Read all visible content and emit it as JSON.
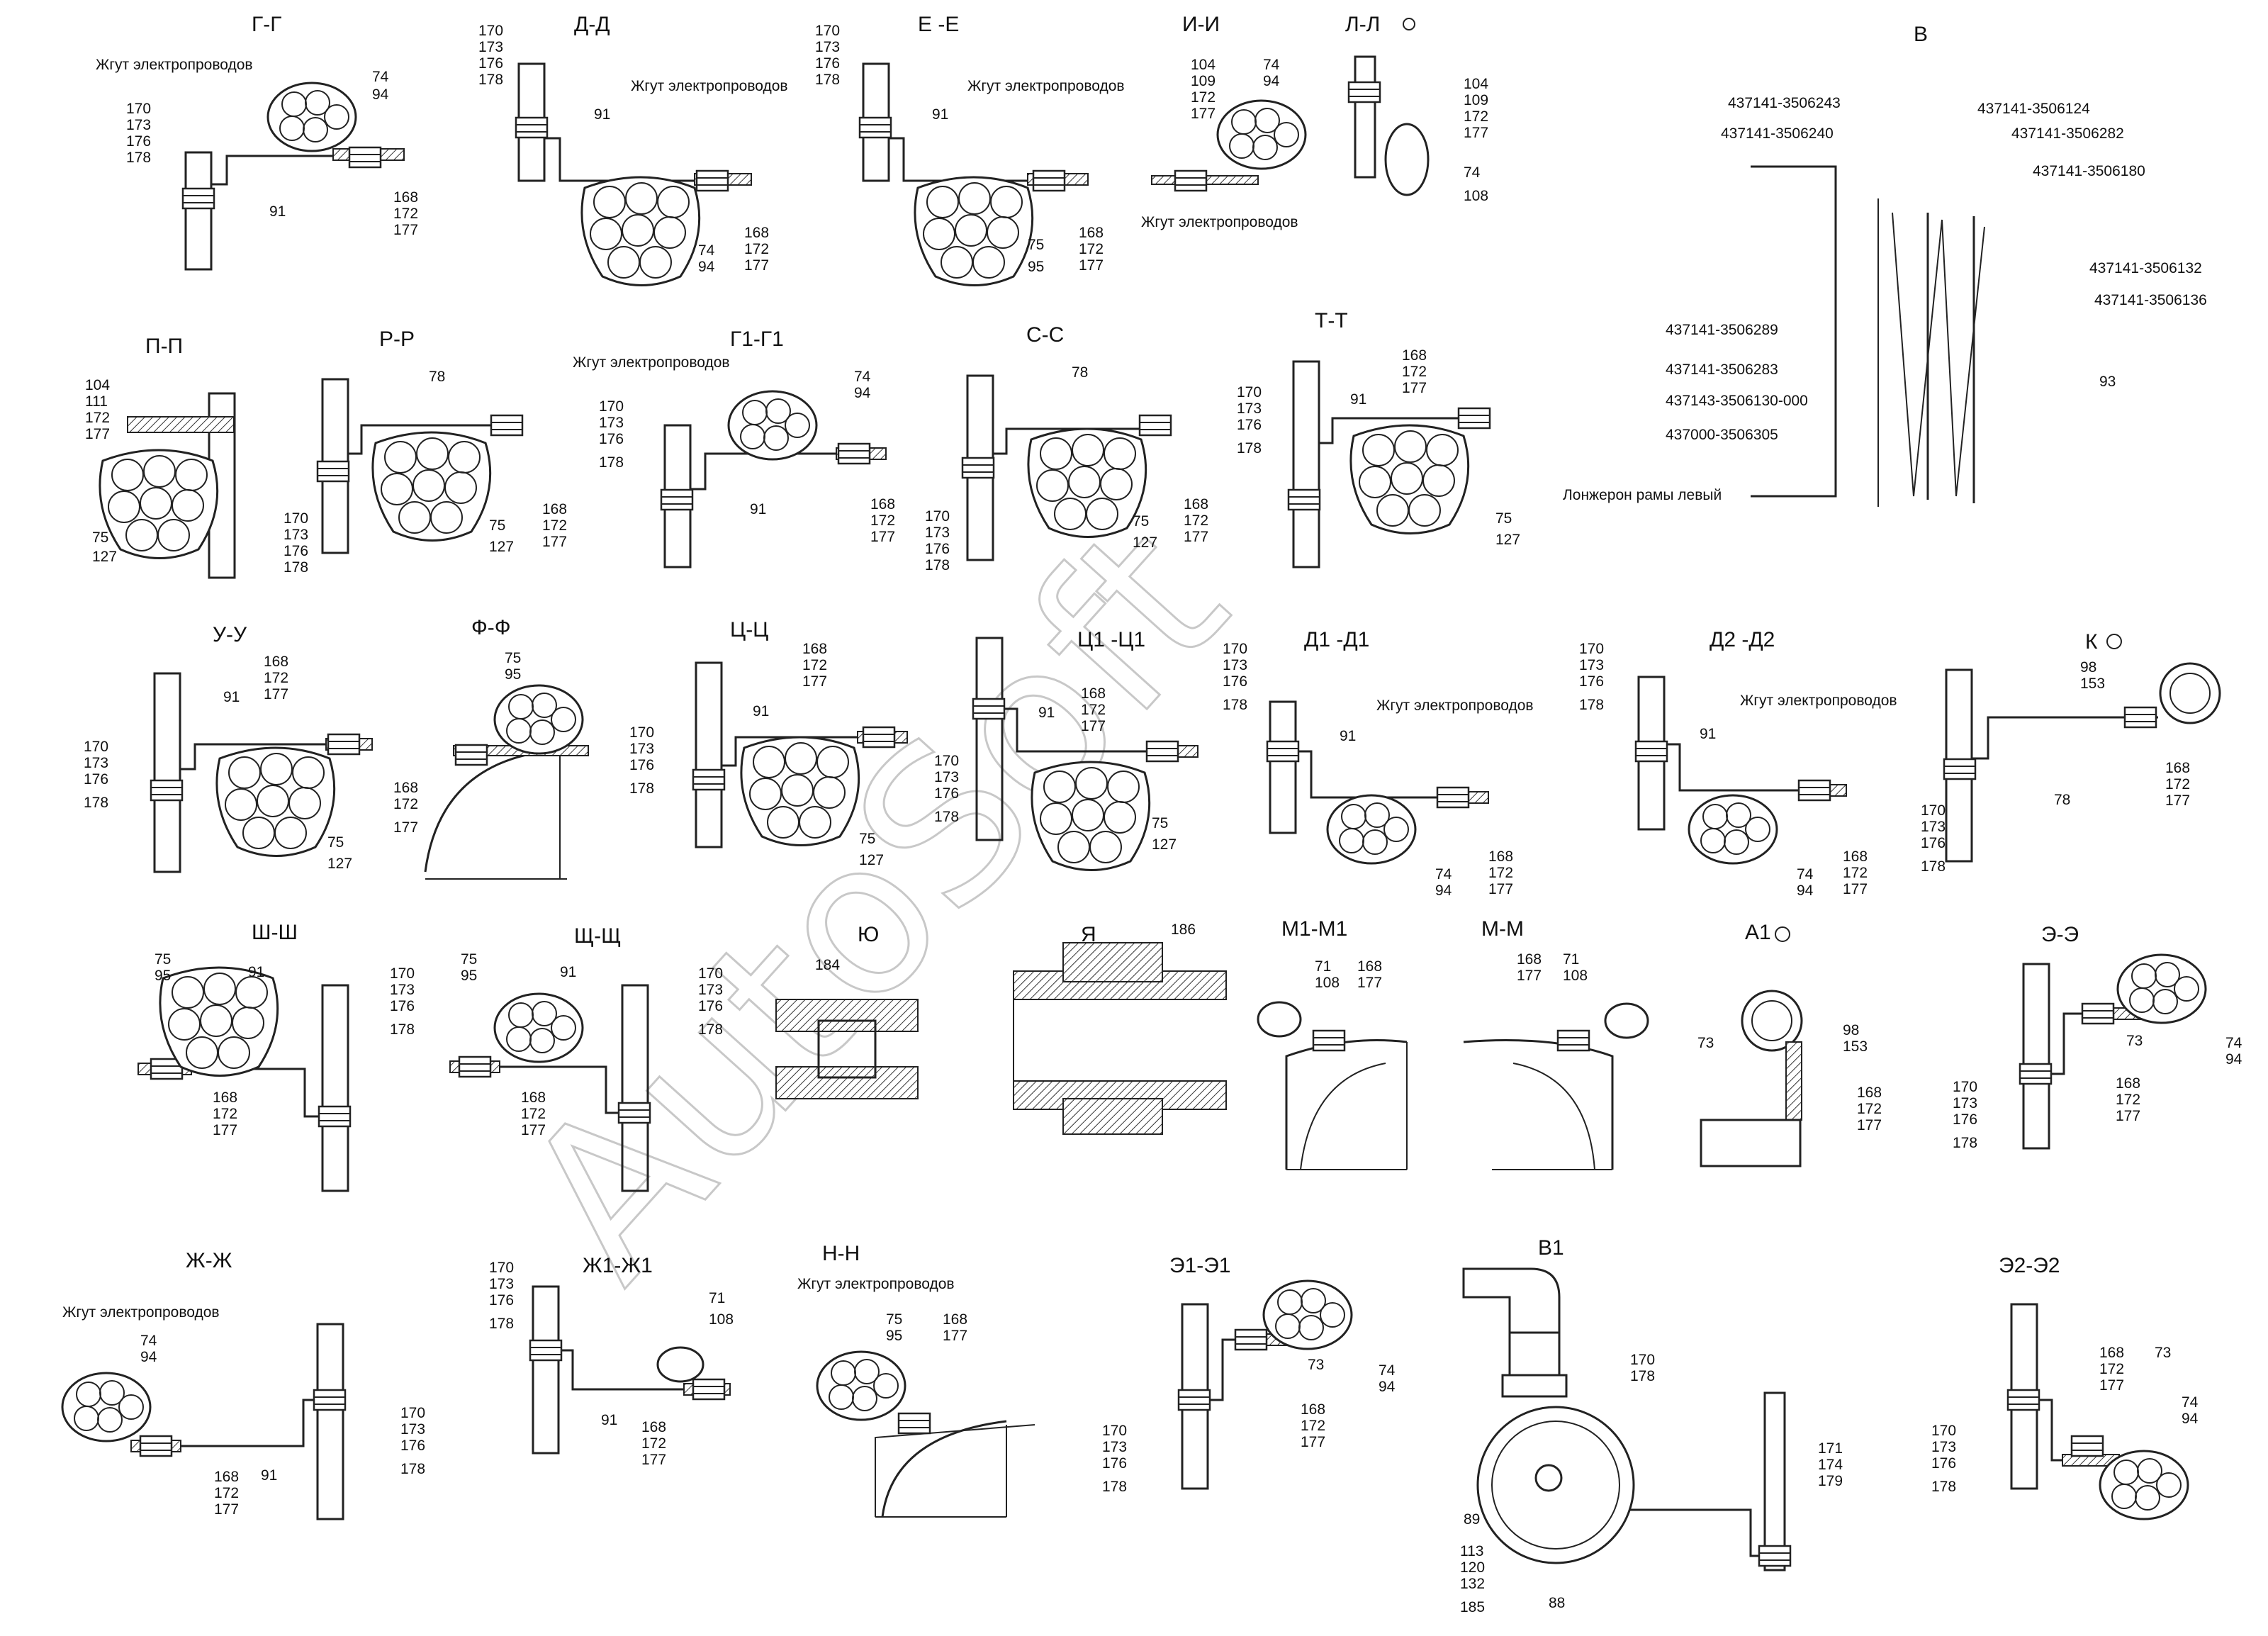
{
  "views": [
    {
      "id": "G-G",
      "title": "Г-Г"
    },
    {
      "id": "D-D",
      "title": "Д-Д"
    },
    {
      "id": "E-E",
      "title": "Е -Е"
    },
    {
      "id": "I-I",
      "title": "И-И"
    },
    {
      "id": "L-L",
      "title": "Л-Л"
    },
    {
      "id": "V",
      "title": "В"
    },
    {
      "id": "P-P",
      "title": "П-П"
    },
    {
      "id": "R-R",
      "title": "Р-Р"
    },
    {
      "id": "G1-G1",
      "title": "Г1-Г1"
    },
    {
      "id": "S-S",
      "title": "С-С"
    },
    {
      "id": "T-T",
      "title": "Т-Т"
    },
    {
      "id": "U-U",
      "title": "У-У"
    },
    {
      "id": "F-F",
      "title": "Ф-Ф"
    },
    {
      "id": "TS-TS",
      "title": "Ц-Ц"
    },
    {
      "id": "TS1-TS1",
      "title": "Ц1 -Ц1"
    },
    {
      "id": "D1-D1",
      "title": "Д1 -Д1"
    },
    {
      "id": "D2-D2",
      "title": "Д2 -Д2"
    },
    {
      "id": "K",
      "title": "К"
    },
    {
      "id": "SH-SH",
      "title": "Ш-Ш"
    },
    {
      "id": "SCH-SCH",
      "title": "Щ-Щ"
    },
    {
      "id": "YU",
      "title": "Ю"
    },
    {
      "id": "YA",
      "title": "Я"
    },
    {
      "id": "M1-M1",
      "title": "М1-М1"
    },
    {
      "id": "M-M",
      "title": "М-М"
    },
    {
      "id": "A1",
      "title": "А1"
    },
    {
      "id": "E-E2",
      "title": "Э-Э"
    },
    {
      "id": "ZH-ZH",
      "title": "Ж-Ж"
    },
    {
      "id": "ZH1-ZH1",
      "title": "Ж1-Ж1"
    },
    {
      "id": "N-N",
      "title": "Н-Н"
    },
    {
      "id": "E1-E1",
      "title": "Э1-Э1"
    },
    {
      "id": "V1",
      "title": "В1"
    },
    {
      "id": "E2-E2",
      "title": "Э2-Э2"
    }
  ],
  "harness_label": "Жгут электропроводов",
  "spar_label": "Лонжерон рамы левый",
  "part_numbers": [
    "437141-3506243",
    "437141-3506240",
    "437141-3506124",
    "437141-3506282",
    "437141-3506180",
    "437141-3506132",
    "437141-3506136",
    "437141-3506289",
    "437141-3506283",
    "437143-3506130-000",
    "437000-3506305"
  ],
  "callouts": {
    "c170": [
      "170",
      "173",
      "176",
      "178"
    ],
    "c168": [
      "168",
      "172",
      "177"
    ],
    "c74": [
      "74",
      "94"
    ],
    "c75_95": [
      "75",
      "95"
    ],
    "c75_127": [
      "75",
      "127"
    ],
    "c104a": [
      "104",
      "109",
      "172",
      "177"
    ],
    "c104b": [
      "104",
      "111",
      "172",
      "177"
    ],
    "c74_108": [
      "74",
      "108"
    ],
    "c71": [
      "71",
      "108"
    ],
    "c98": [
      "98",
      "153"
    ],
    "c168b": [
      "168",
      "177"
    ],
    "c170b": [
      "170",
      "178"
    ],
    "c171": [
      "171",
      "174",
      "179"
    ],
    "c113": [
      "113",
      "120",
      "132",
      "185"
    ]
  },
  "single_numbers": {
    "n91": "91",
    "n78": "78",
    "n73": "73",
    "n93": "93",
    "n184": "184",
    "n186": "186",
    "n89": "89",
    "n88": "88"
  },
  "watermark": "AutoSoft"
}
